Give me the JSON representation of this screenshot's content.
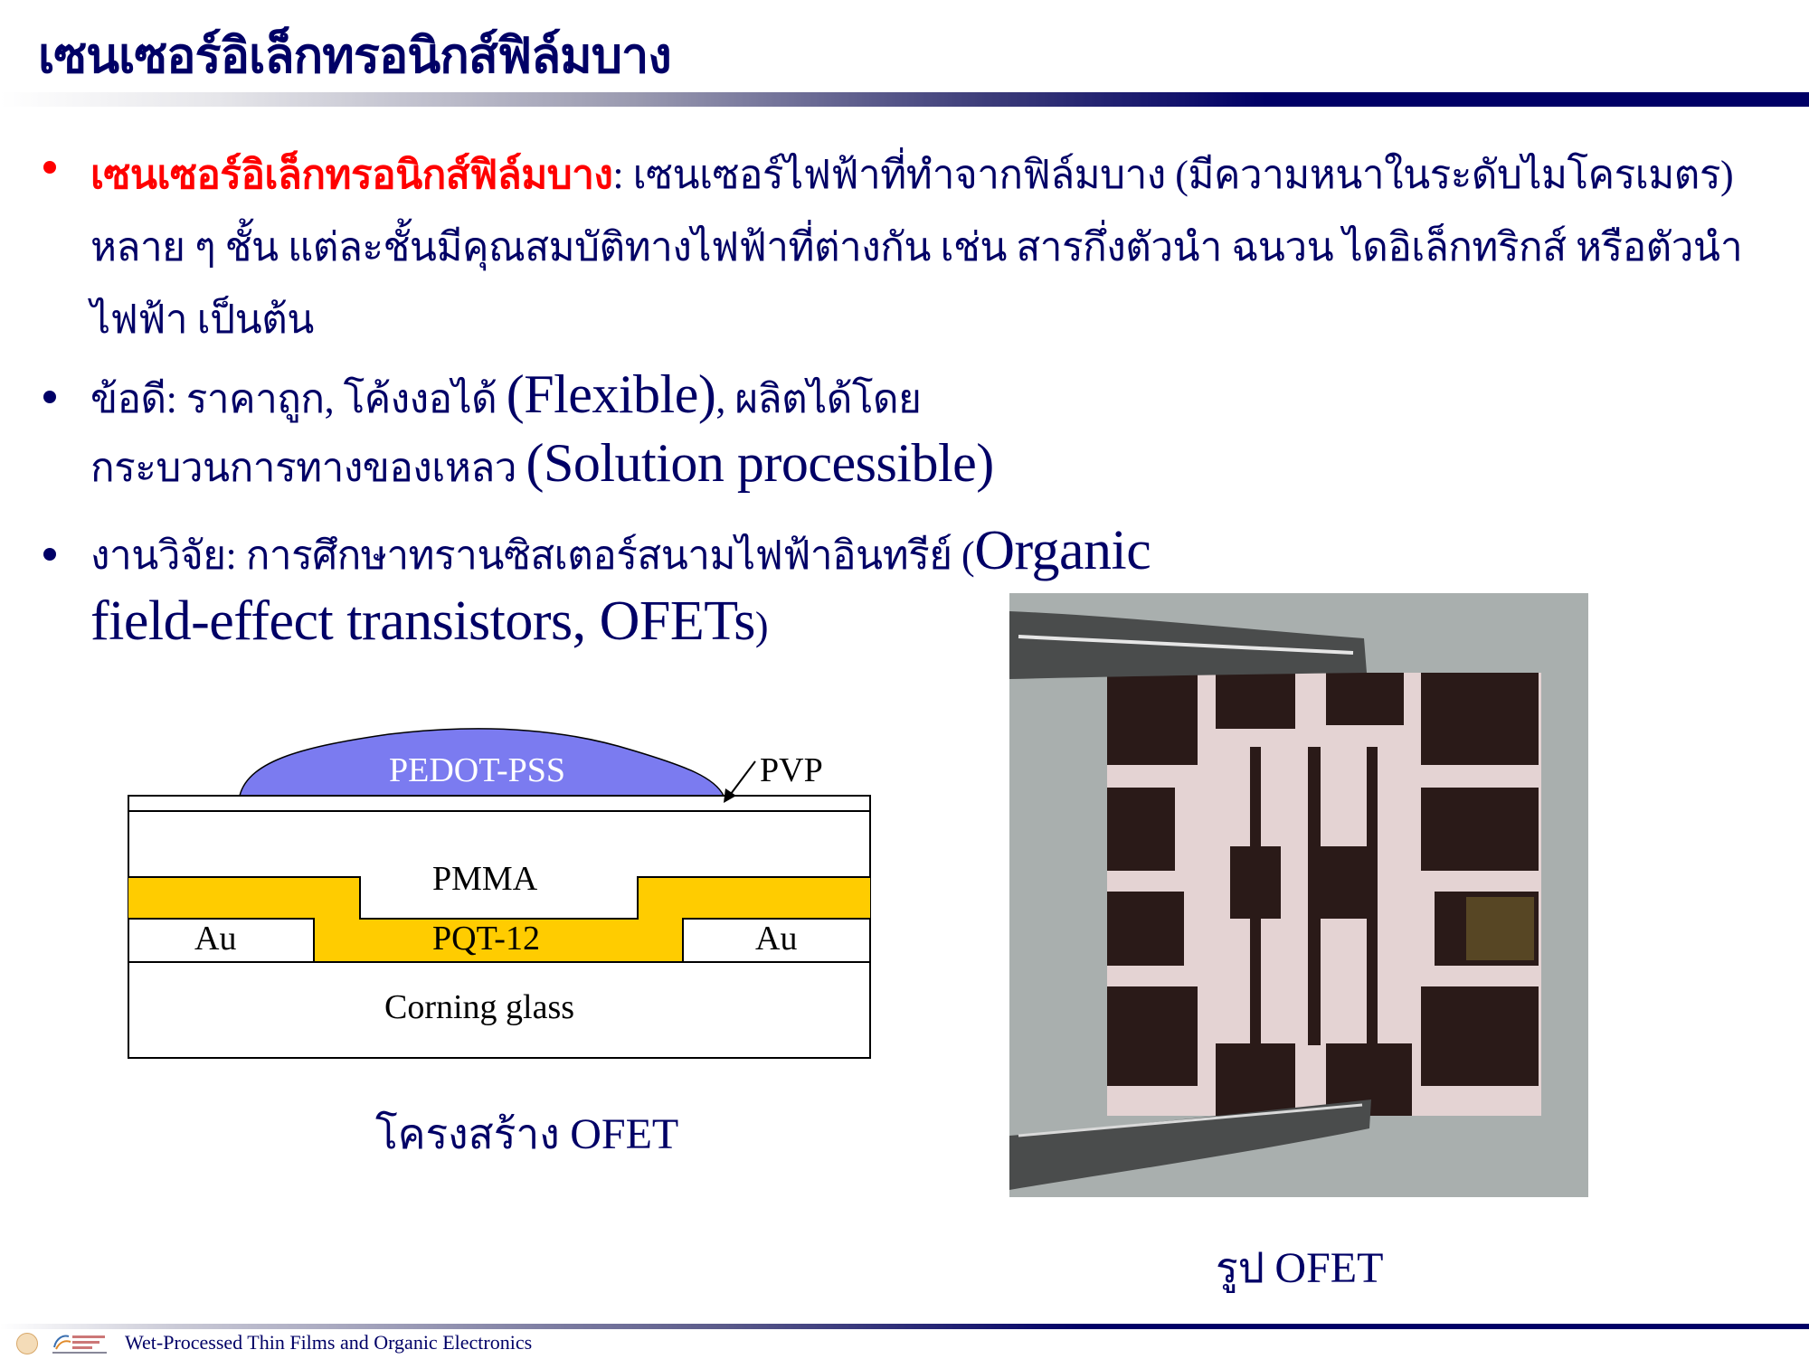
{
  "slide": {
    "title": "เซนเซอร์อิเล็กทรอนิกส์ฟิล์มบาง",
    "accent_color": "#000066",
    "highlight_color": "#ff0000"
  },
  "bullets": [
    {
      "term": "เซนเซอร์อิเล็กทรอนิกส์ฟิล์มบาง",
      "separator": ":",
      "lines": [
        " เซนเซอร์ไฟฟ้าที่ทำจากฟิล์มบาง (มีความหนาในระดับไมโครเมตร)",
        "หลาย ๆ ชั้น แต่ละชั้นมีคุณสมบัติทางไฟฟ้าที่ต่างกัน เช่น สารกึ่งตัวนำ ฉนวน ไดอิเล็กทริกส์ หรือตัวนำ",
        "ไฟฟ้า เป็นต้น"
      ]
    },
    {
      "line1_thai": "ข้อดี: ราคาถูก, โค้งงอได้ ",
      "line1_en": "(Flexible)",
      "line1_tail": ", ผลิตได้โดย",
      "line2_thai": "กระบวนการทางของเหลว ",
      "line2_en": "(Solution processible)"
    },
    {
      "line1_thai": "งานวิจัย: การศึกษาทรานซิสเตอร์สนามไฟฟ้าอินทรีย์ (",
      "line1_en": "Organic",
      "line2_en": "field-effect transistors, OFETs",
      "line2_tail": ")"
    }
  ],
  "diagram": {
    "layers": {
      "top": "PEDOT-PSS",
      "dielectric_thin": "PVP",
      "dielectric": "PMMA",
      "semiconductor": "PQT-12",
      "left_electrode": "Au",
      "right_electrode": "Au",
      "substrate": "Corning glass"
    },
    "colors": {
      "pedot": "#7b7bf0",
      "pqt": "#ffcc00",
      "outline": "#000000"
    },
    "caption_thai": "โครงสร้าง ",
    "caption_en": "OFET"
  },
  "photo": {
    "caption_thai": "รูป ",
    "caption_en": "OFET"
  },
  "footer": {
    "text": "Wet-Processed Thin Films and Organic Electronics"
  }
}
